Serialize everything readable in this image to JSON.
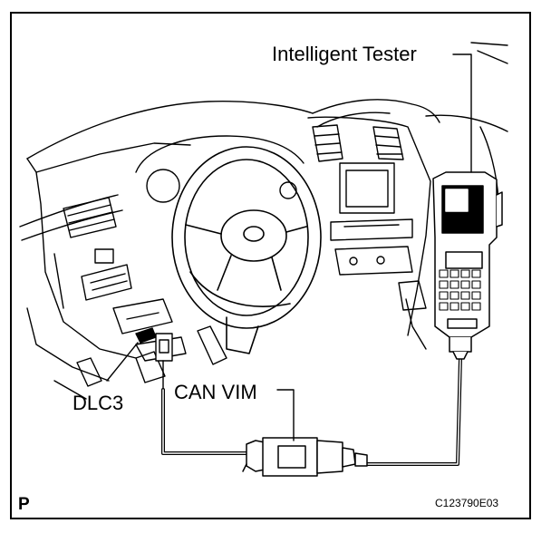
{
  "labels": {
    "tester": "Intelligent Tester",
    "can_vim": "CAN VIM",
    "dlc": "DLC3",
    "corner": "P",
    "code": "C123790E03"
  },
  "colors": {
    "ink": "#000000",
    "paper": "#ffffff",
    "screen": "#000000"
  },
  "icons": {
    "steering_emblem": "lexus-logo-icon"
  }
}
